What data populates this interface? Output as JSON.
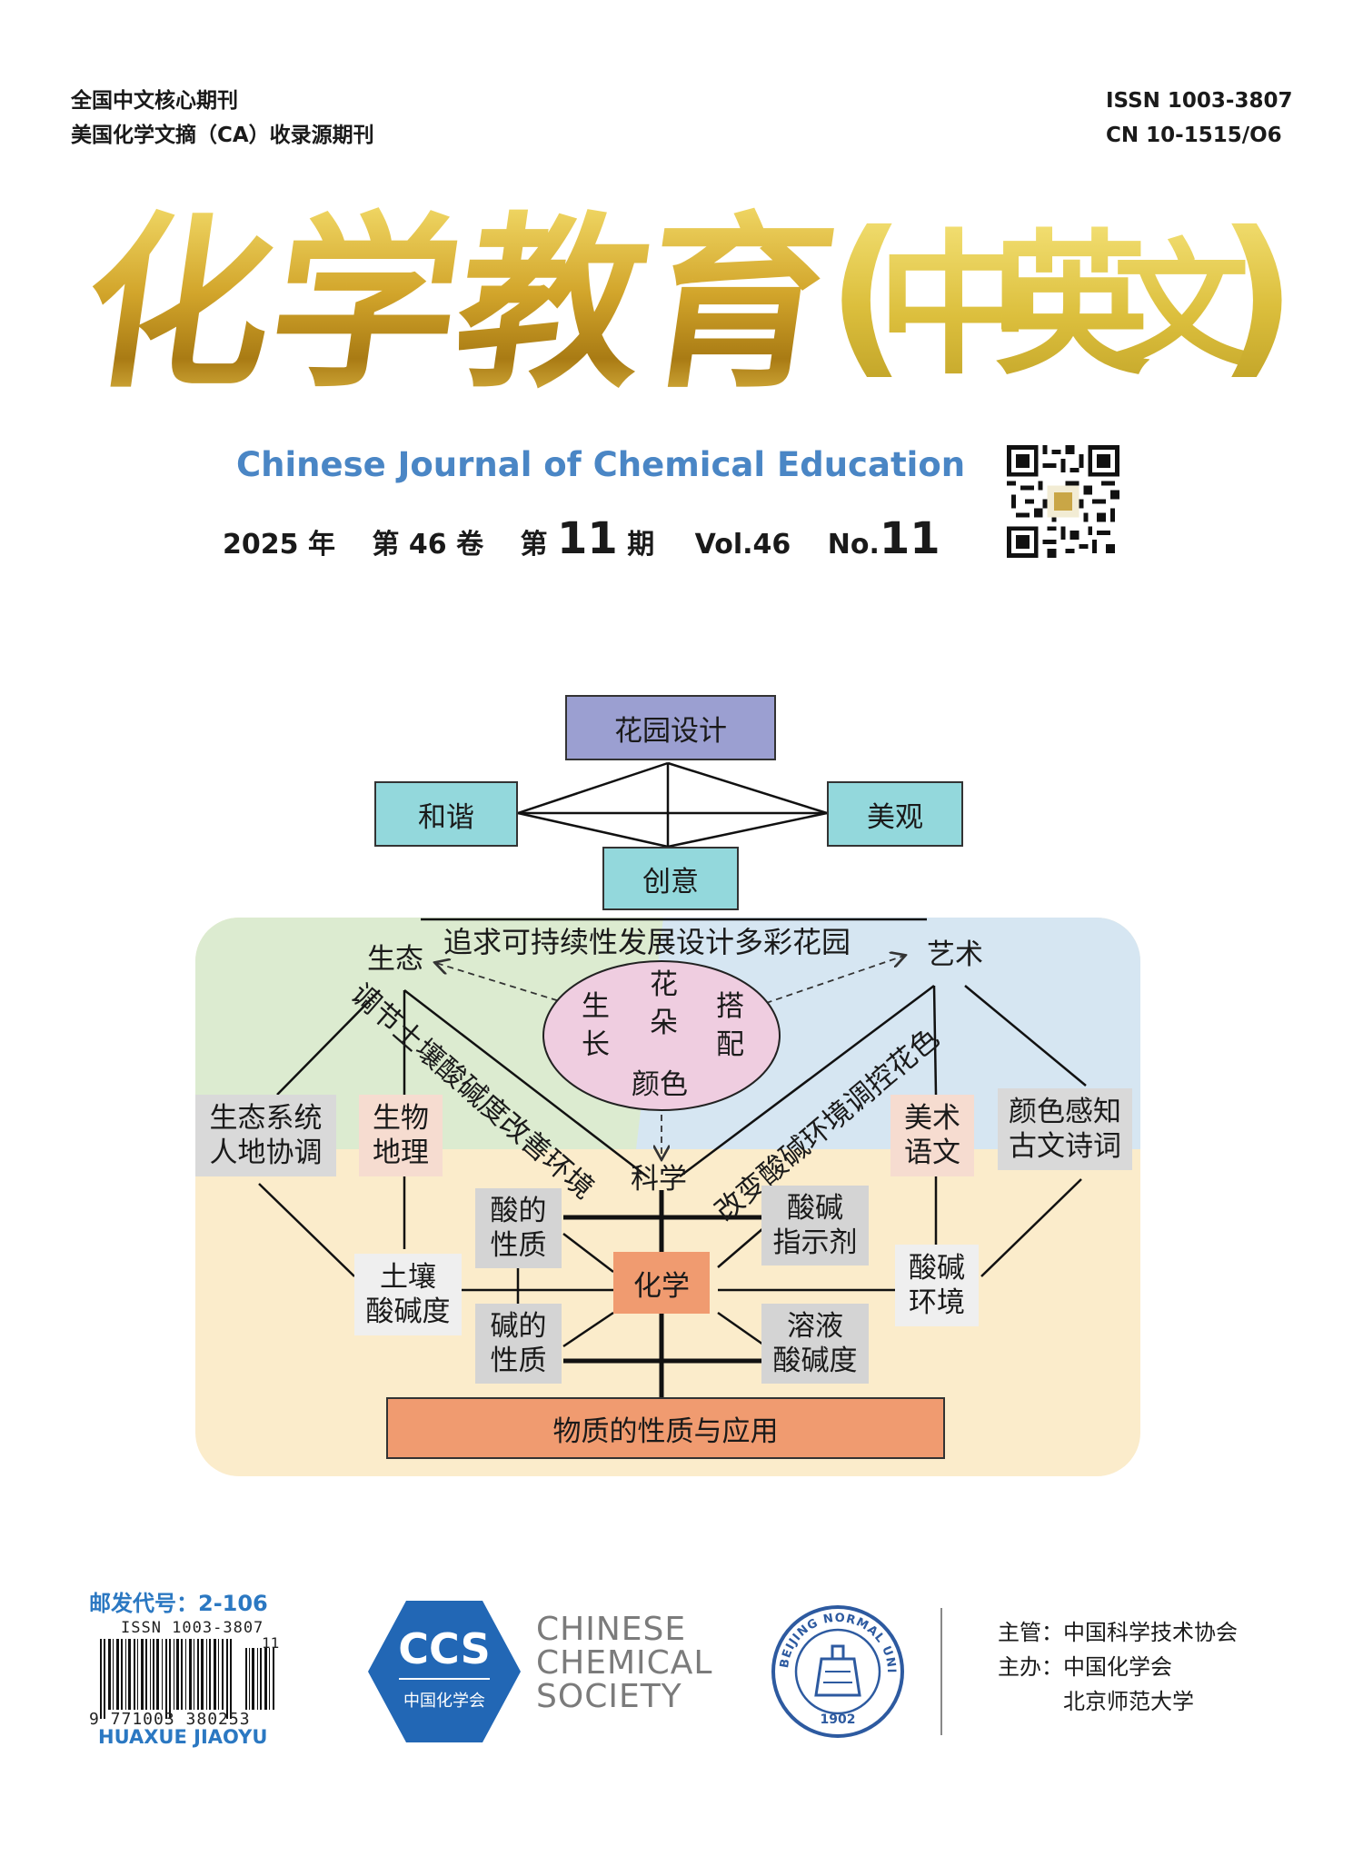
{
  "header": {
    "left_line1": "全国中文核心期刊",
    "left_line2": "美国化学文摘（CA）收录源期刊",
    "issn": "ISSN 1003-3807",
    "cn": "CN 10-1515/O6"
  },
  "title": {
    "main_chars": [
      "化",
      "学",
      "教",
      "育"
    ],
    "paren_open": "(",
    "sub_chars": [
      "中",
      "英",
      "文"
    ],
    "paren_close": ")"
  },
  "english_title": "Chinese Journal of Chemical Education",
  "issue": {
    "year": "2025",
    "year_unit": "年",
    "vol_prefix": "第",
    "vol_num": "46",
    "vol_unit": "卷",
    "no_prefix": "第",
    "no_num": "11",
    "no_unit": "期",
    "vol_en": "Vol.46",
    "no_en_prefix": "No.",
    "no_en_num": "11"
  },
  "diagram": {
    "top": "花园设计",
    "left": "和谐",
    "right": "美观",
    "bottom": "创意",
    "slogan": "追求可持续性发展设计多彩花园",
    "eco": "生态",
    "art": "艺术",
    "flower": {
      "hua": "花",
      "duo": "朵",
      "sheng": "生",
      "zhang": "长",
      "da": "搭",
      "pei": "配",
      "color": "颜色"
    },
    "diag_left": "调节土壤酸碱度改善环境",
    "diag_right": "改变酸碱环境调控花色",
    "science": "科学",
    "eco_sys_1": "生态系统",
    "eco_sys_2": "人地协调",
    "bio_1": "生物",
    "bio_2": "地理",
    "arts_1": "美术",
    "arts_2": "语文",
    "color_1": "颜色感知",
    "color_2": "古文诗词",
    "acid_1": "酸的",
    "acid_2": "性质",
    "indicator_1": "酸碱",
    "indicator_2": "指示剂",
    "soil_1": "土壤",
    "soil_2": "酸碱度",
    "chem": "化学",
    "env_1": "酸碱",
    "env_2": "环境",
    "base_1": "碱的",
    "base_2": "性质",
    "solution_1": "溶液",
    "solution_2": "酸碱度",
    "bottom_bar": "物质的性质与应用"
  },
  "footer": {
    "postal": "邮发代号：2-106",
    "barcode_issn": "ISSN 1003-3807",
    "barcode_number": "9 771003 380253",
    "barcode_addon": "11",
    "pinyin": "HUAXUE JIAOYU",
    "ccs_abbr": "CCS",
    "ccs_cn": "中国化学会",
    "ccs_en_1": "CHINESE",
    "ccs_en_2": "CHEMICAL",
    "ccs_en_3": "SOCIETY",
    "bnu_ring": "BEIJING NORMAL UNIVERSITY",
    "bnu_year": "1902",
    "sponsor_1": "主管：中国科学技术协会",
    "sponsor_2": "主办：中国化学会",
    "sponsor_3": "北京师范大学"
  },
  "colors": {
    "gold": "#d2a52b",
    "blue_text": "#4a86c5",
    "node_purple": "#9b9fd1",
    "node_cyan": "#93d8dc",
    "region_green": "#dcebd0",
    "region_blue": "#d6e6f2",
    "region_yellow": "#fbeccb",
    "ellipse_pink": "#efcde0",
    "chem_orange": "#f09b70",
    "ccs_blue": "#2267b5"
  }
}
